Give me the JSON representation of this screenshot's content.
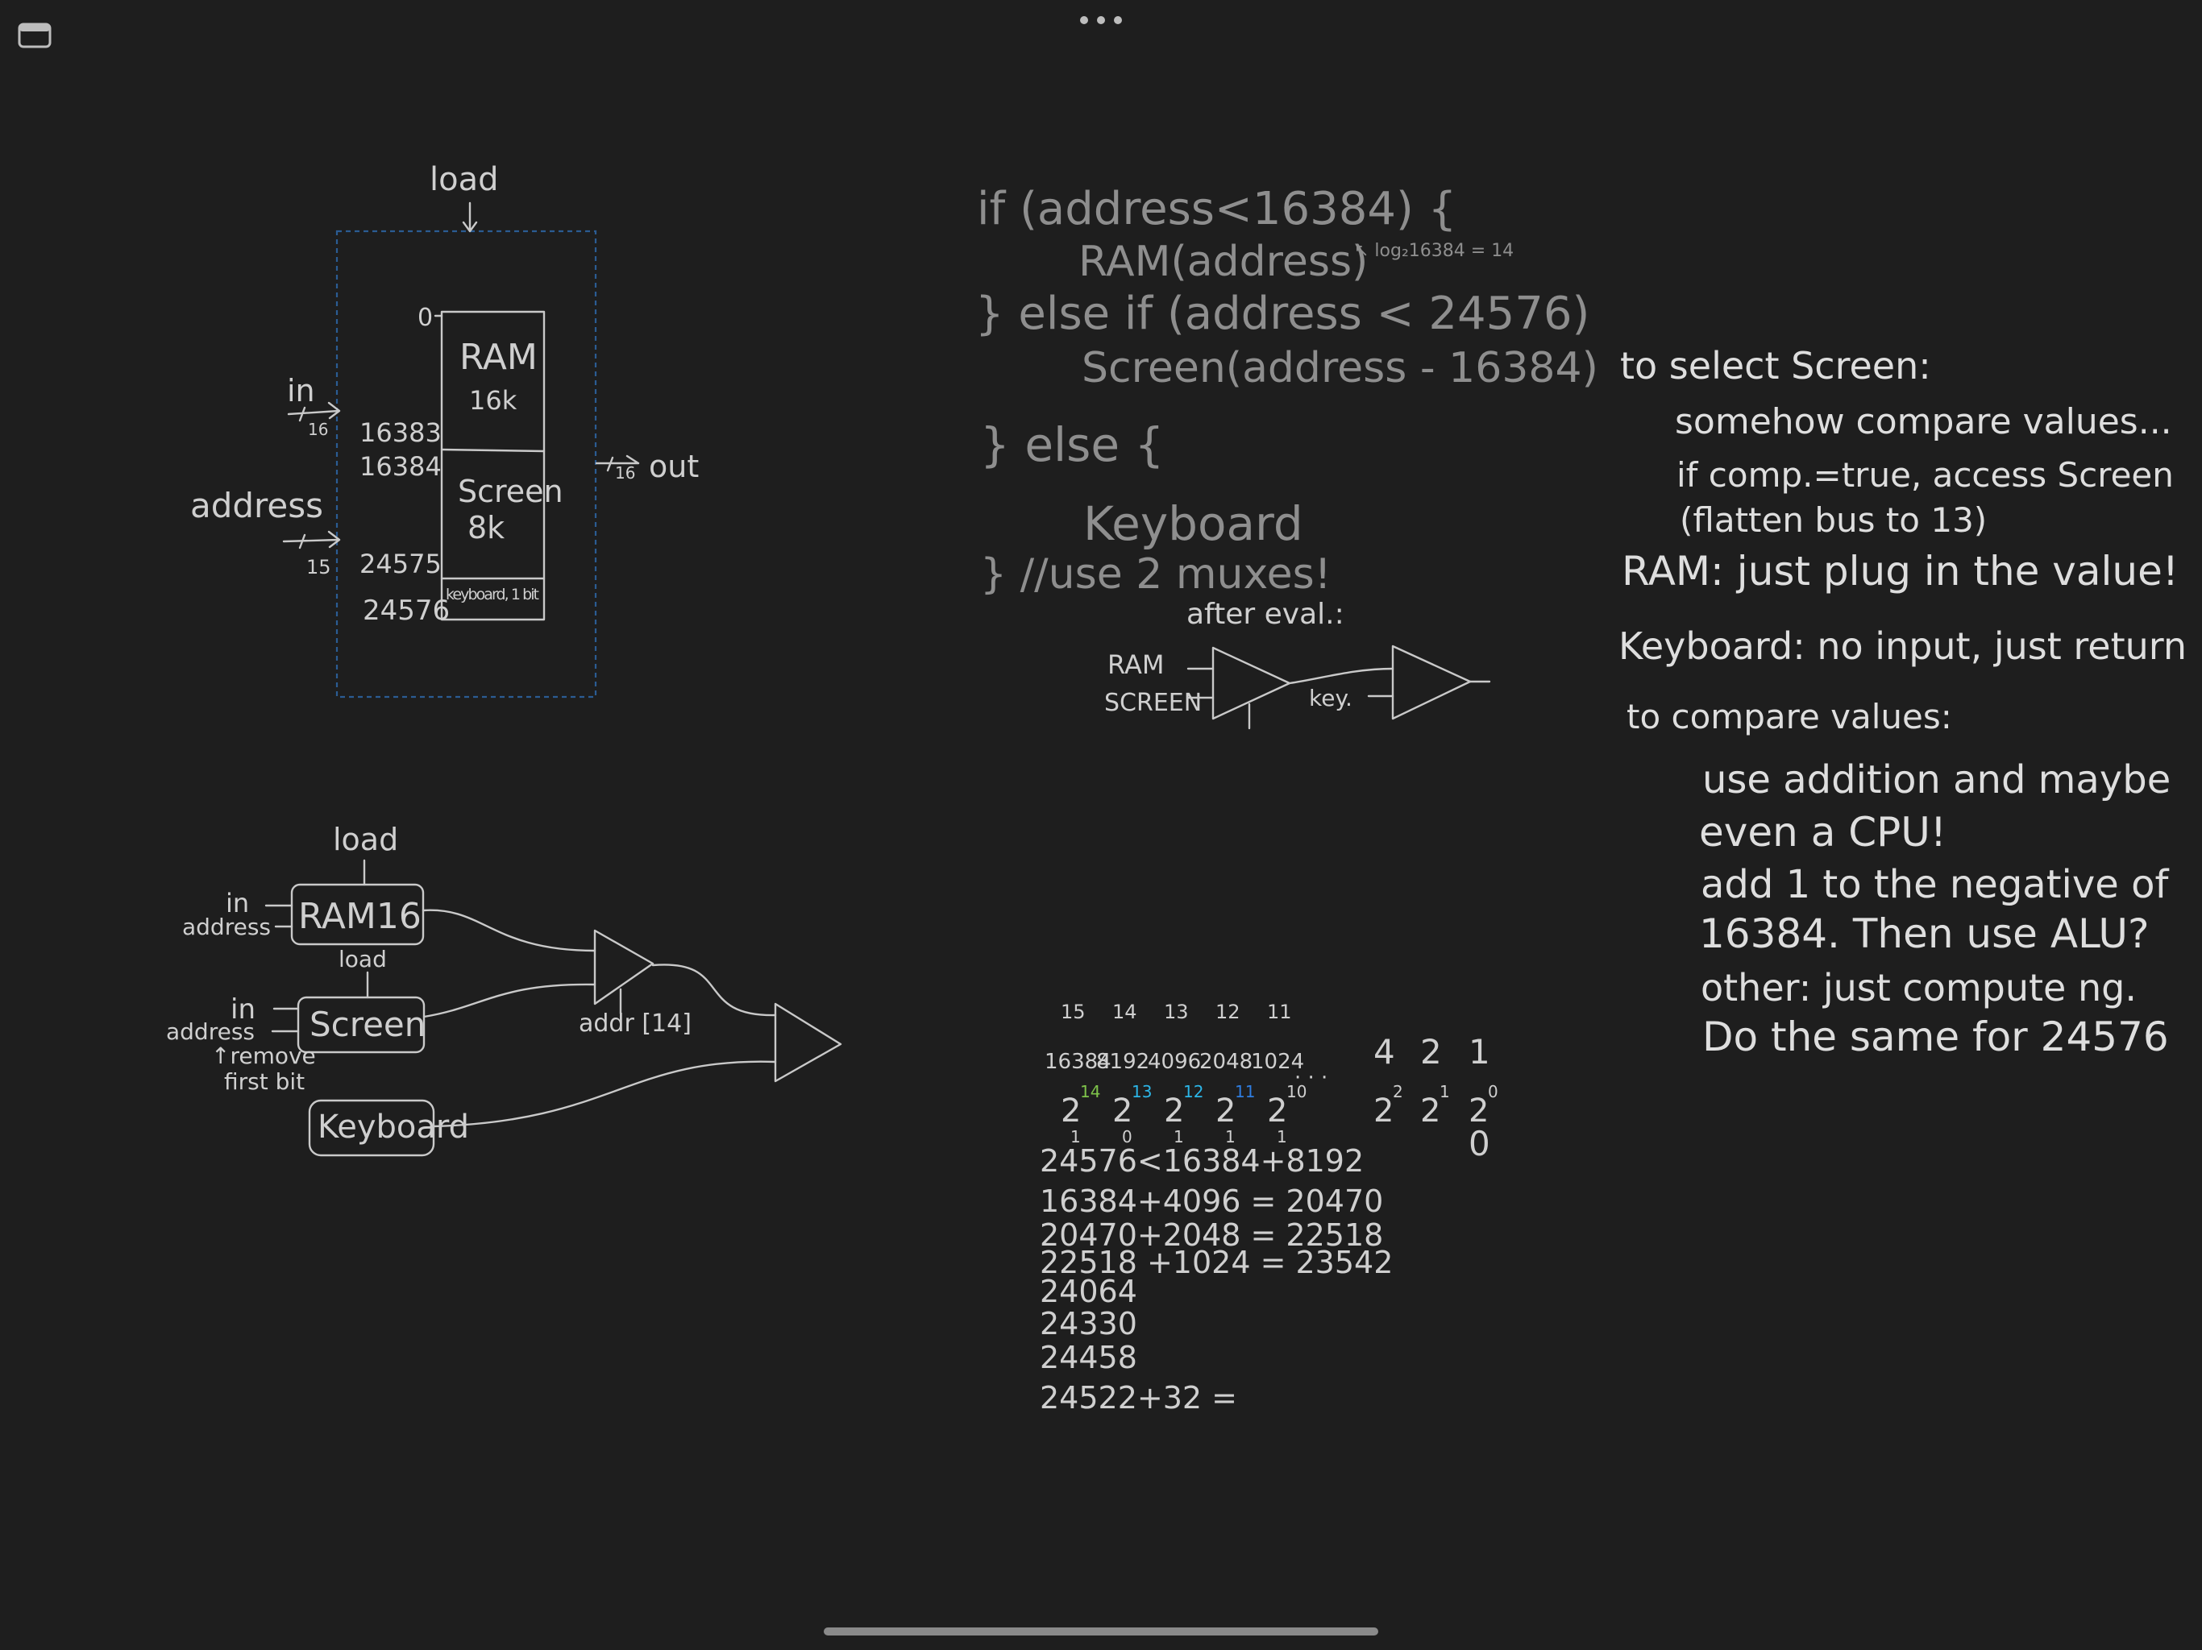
{
  "toolbar": {
    "sidebar_icon": "sidebar-toggle-icon",
    "more_icon": "more-ellipsis-icon"
  },
  "colors": {
    "background": "#1e1e1e",
    "ink": "#c9c9c9",
    "dim_ink": "#8e8e8e",
    "dashed_box": "#2b5c93",
    "green": "#7ec34a",
    "cyan": "#2cb6e8",
    "blue": "#2f7de0"
  },
  "diagram1": {
    "load": "load",
    "zero": "0",
    "ram_title": "RAM",
    "ram_size": "16k",
    "screen_title": "Screen",
    "screen_size": "8k",
    "keyboard_label": "keyboard, 1 bit",
    "in": "in",
    "in_bits": "16",
    "address": "address",
    "addr_bits": "15",
    "a16383": "16383",
    "a16384": "16384",
    "a24575": "24575",
    "a24576": "24576",
    "out": "out",
    "out_bits": "16"
  },
  "diagram2": {
    "load_top": "load",
    "ram16": "RAM16",
    "in1": "in",
    "address1": "address",
    "load_mid": "load",
    "in2": "in",
    "address2": "address",
    "screen": "Screen",
    "remove1": "↑remove",
    "remove2": "first bit",
    "keyboard": "Keyboard",
    "addr14": "addr [14]"
  },
  "code": {
    "l1": "if  (address<16384) {",
    "l2": "RAM(address)",
    "l2_note": "↖ log₂16384 = 14",
    "l3": "} else if  (address < 24576)",
    "l4": "Screen(address - 16384)",
    "l5": "} else {",
    "l6": "Keyboard",
    "l7": "} //use 2 muxes!"
  },
  "mux_sketch": {
    "after": "after eval.:",
    "ram": "RAM",
    "screen": "SCREEN",
    "key": "key."
  },
  "notes": {
    "n1": "to select Screen:",
    "n2": "somehow compare values...",
    "n3": "if comp.=true, access Screen",
    "n4": "(flatten bus to 13)",
    "n5": "RAM: just plug in the value!",
    "n6": "Keyboard: no input, just return",
    "n7": "to compare values:",
    "n8": "use addition and maybe",
    "n9": "even a CPU!",
    "n10": "add 1 to the negative of",
    "n11": "16384. Then use ALU?",
    "n12": "other: just compute ng.",
    "n13": "Do the same for 24576"
  },
  "math": {
    "bit_positions": [
      "15",
      "14",
      "13",
      "12",
      "11"
    ],
    "values": [
      "16384",
      "8192",
      "4096",
      "2048",
      "1024"
    ],
    "powers": [
      {
        "base": "2",
        "exp": "14",
        "color": "#7ec34a"
      },
      {
        "base": "2",
        "exp": "13",
        "color": "#2cb6e8"
      },
      {
        "base": "2",
        "exp": "12",
        "color": "#2cb6e8"
      },
      {
        "base": "2",
        "exp": "11",
        "color": "#2f7de0"
      },
      {
        "base": "2",
        "exp": "10",
        "color": "#cfcfcf"
      }
    ],
    "dots": "· · ·",
    "small_values": [
      "4",
      "2",
      "1"
    ],
    "small_powers": [
      {
        "base": "2",
        "exp": "2"
      },
      {
        "base": "2",
        "exp": "1"
      },
      {
        "base": "2",
        "exp": "0"
      }
    ],
    "bits_under": [
      "1",
      "0",
      "1",
      "1",
      "1"
    ],
    "zero": "0",
    "lines": [
      "24576<16384+8192",
      "16384+4096 = 20470",
      "20470+2048 = 22518",
      "22518 +1024 = 23542",
      "24064",
      "24330",
      "24458",
      "24522+32 ="
    ]
  }
}
